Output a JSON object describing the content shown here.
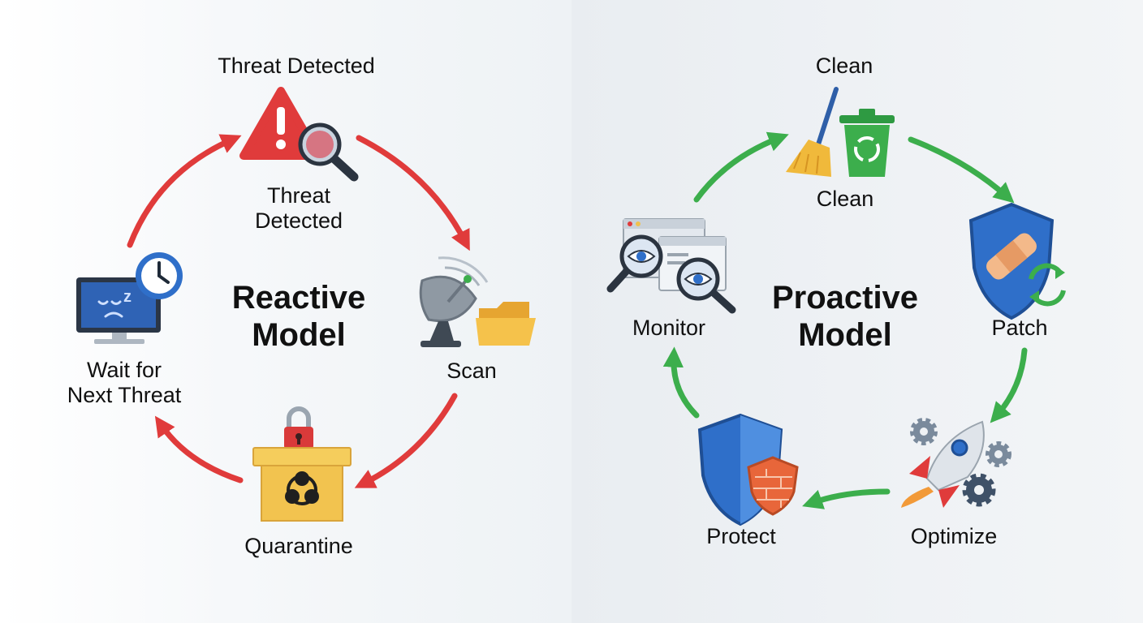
{
  "colors": {
    "reactive_arrow": "#e03b3b",
    "proactive_arrow": "#3cae4c",
    "shield_blue": "#2f6fc9",
    "warning_red": "#e03b3b",
    "box_yellow": "#f0c24e"
  },
  "reactive": {
    "title": "Reactive\nModel",
    "nodes": [
      {
        "label": "Threat Detected",
        "icon": "warning-triangle-magnifier"
      },
      {
        "label": "Threat\nDetected"
      },
      {
        "label": "Scan",
        "icon": "satellite-dish-folder"
      },
      {
        "label": "Quarantine",
        "icon": "locked-biohazard-box"
      },
      {
        "label": "Wait for\nNext Threat",
        "icon": "sleeping-monitor-clock"
      }
    ]
  },
  "proactive": {
    "title": "Proactive\nModel",
    "nodes": [
      {
        "label": "Clean",
        "icon": "broom-recycle-bin"
      },
      {
        "label": "Clean"
      },
      {
        "label": "Patch",
        "icon": "bandaged-shield-refresh"
      },
      {
        "label": "Optimize",
        "icon": "rocket-gears"
      },
      {
        "label": "Protect",
        "icon": "shield-firewall"
      },
      {
        "label": "Monitor",
        "icon": "windows-eye-magnifiers"
      }
    ]
  }
}
